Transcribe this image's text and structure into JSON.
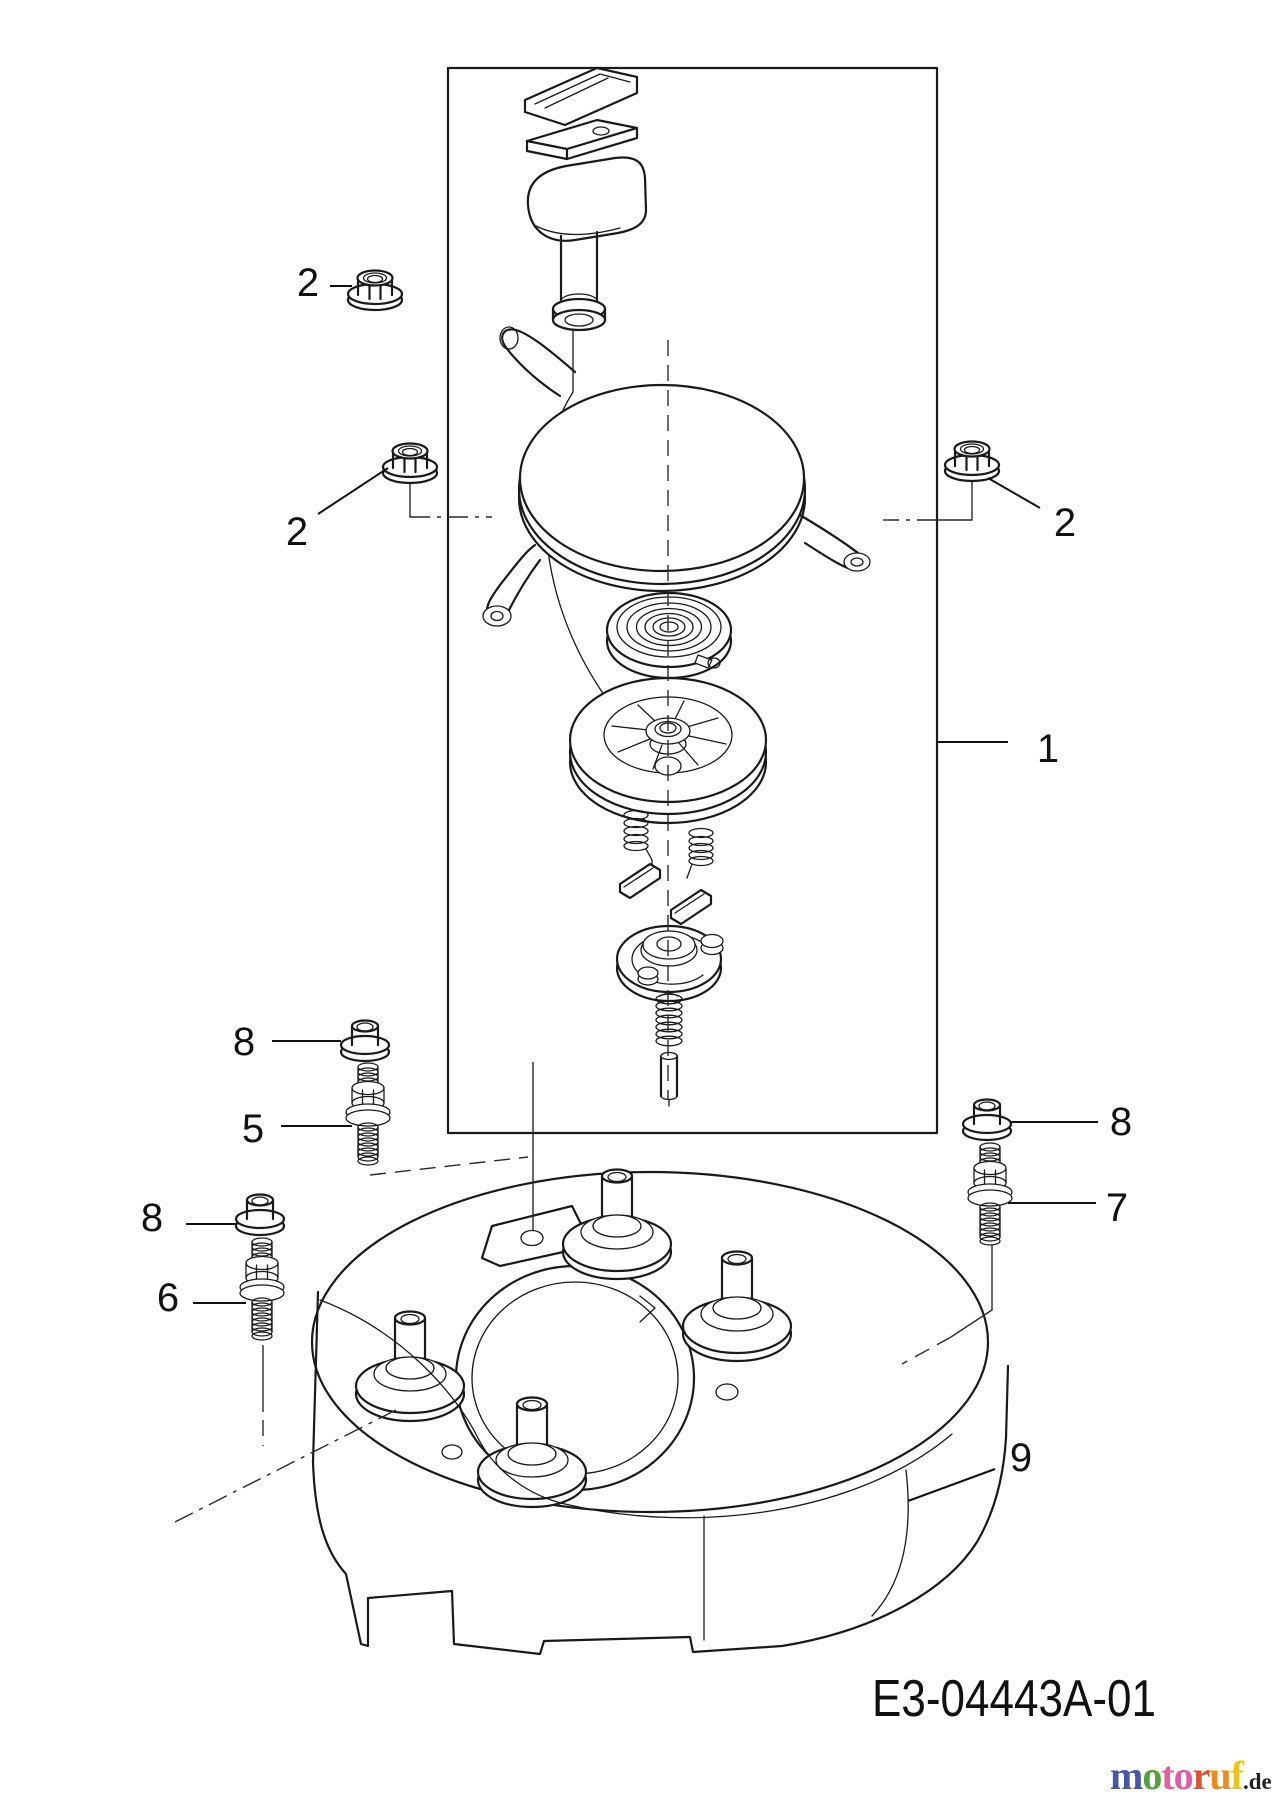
{
  "diagram": {
    "part_code": "E3-04443A-01",
    "line_color": "#1a1a1a",
    "callouts": {
      "c1": "1",
      "c2a": "2",
      "c2b": "2",
      "c2c": "2",
      "c5": "5",
      "c6": "6",
      "c7": "7",
      "c8a": "8",
      "c8b": "8",
      "c8c": "8",
      "c9": "9"
    }
  },
  "watermark": {
    "letters": [
      {
        "char": "m",
        "color": "#4757A6"
      },
      {
        "char": "o",
        "color": "#53A23C"
      },
      {
        "char": "t",
        "color": "#E2609F"
      },
      {
        "char": "o",
        "color": "#DE5FA5"
      },
      {
        "char": "r",
        "color": "#DE5430"
      },
      {
        "char": "u",
        "color": "#ED8C1D"
      },
      {
        "char": "f",
        "color": "#ECC51B"
      }
    ],
    "suffix": ".de"
  }
}
